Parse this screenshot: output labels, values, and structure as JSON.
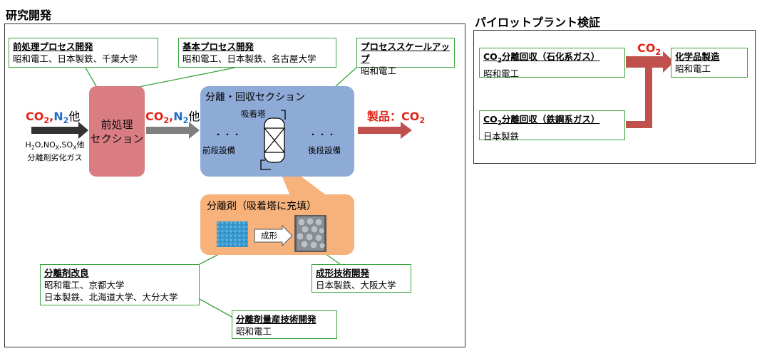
{
  "left": {
    "heading": "研究開発",
    "pre_box": {
      "title": "前処理プロセス開発",
      "body": "昭和電工、日本製鉄、千葉大学"
    },
    "basic_box": {
      "title": "基本プロセス開発",
      "body": "昭和電工、日本製鉄、名古屋大学"
    },
    "scaleup_box": {
      "title": "プロセススケールアップ",
      "body": "昭和電工"
    },
    "input_label": {
      "co2": "CO",
      "co2_sub": "2",
      "comma": ",",
      "n2": "N",
      "n2_sub": "2",
      "other": "他"
    },
    "impurities": {
      "h": "H",
      "h_sub": "2",
      "o": "O,NO",
      "nox_sub": "X",
      "so": ",SO",
      "sox_sub": "X",
      "other": "他",
      "line2": "分離剤劣化ガス"
    },
    "pretreatment": {
      "line1": "前処理",
      "line2": "セクション"
    },
    "mid_label": {
      "co2": "CO",
      "co2_sub": "2",
      "comma": ",",
      "n2": "N",
      "n2_sub": "2",
      "other": "他"
    },
    "separation": {
      "title": "分離・回収セクション",
      "tower": "吸着塔",
      "dots": "・・・",
      "front": "前段設備",
      "back": "後段設備"
    },
    "product": {
      "text": "製品：CO",
      "sub": "2"
    },
    "agent": {
      "title": "分離剤（吸着塔に充填）",
      "arrow_label": "成形"
    },
    "improve_box": {
      "title": "分離剤改良",
      "body1": "昭和電工、京都大学",
      "body2": "日本製鉄、北海道大学、大分大学"
    },
    "forming_box": {
      "title": "成形技術開発",
      "body": "日本製鉄、大阪大学"
    },
    "mass_box": {
      "title": "分離剤量産技術開発",
      "body": "昭和電工"
    }
  },
  "right": {
    "heading": "パイロットプラント検証",
    "box1": {
      "title_a": "CO",
      "title_sub": "2",
      "title_b": "分離回収（石化系ガス）",
      "body": "昭和電工"
    },
    "box2": {
      "title_a": "CO",
      "title_sub": "2",
      "title_b": "分離回収（鉄鋼系ガス）",
      "body": "日本製鉄"
    },
    "co2": {
      "text": "CO",
      "sub": "2"
    },
    "chem_box": {
      "title": "化学品製造",
      "body": "昭和電工"
    }
  },
  "colors": {
    "green_border": "#3aa53a",
    "red": "#e0251b",
    "blue": "#1f6fc5",
    "pretreat": "#d97d83",
    "separation": "#8eaad6",
    "agent": "#f6b27a",
    "arrow_dark": "#333333",
    "arrow_gray": "#7f7f7f",
    "arrow_red": "#c0504d"
  }
}
